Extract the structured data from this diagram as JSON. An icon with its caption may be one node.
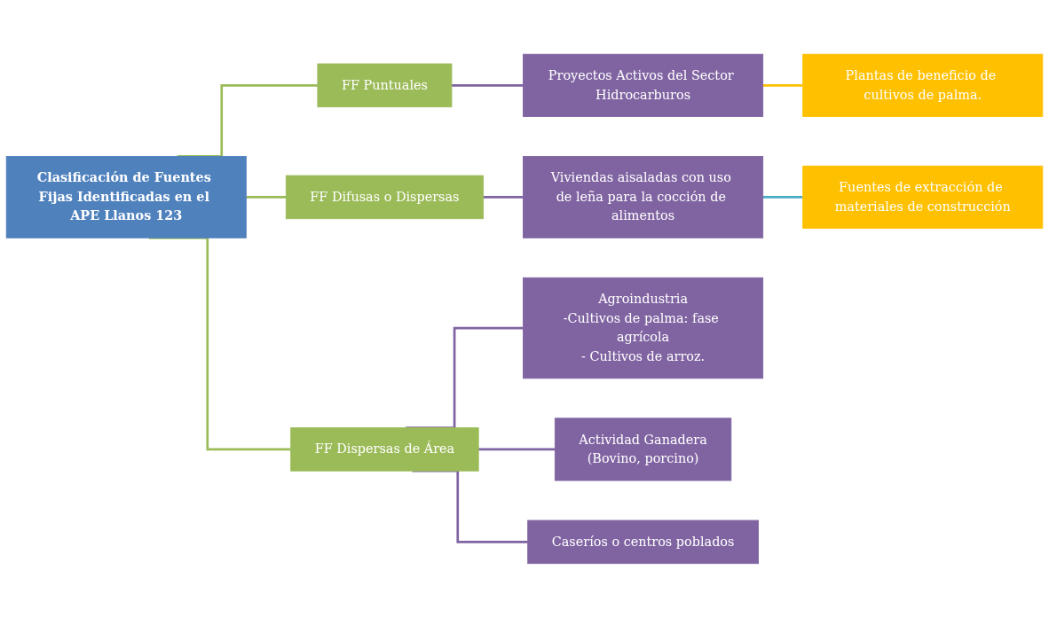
{
  "diagram": {
    "nodes": [
      {
        "text": [
          "Clasificación de Fuentes Fijas Identificadas en el APE Llanos 123"
        ]
      },
      {
        "text": [
          "FF Puntuales"
        ]
      },
      {
        "text": [
          "FF Difusas o Dispersas"
        ]
      },
      {
        "text": [
          "FF Dispersas de Área"
        ]
      },
      {
        "text": [
          "Proyectos Activos del Sector Hidrocarburos"
        ]
      },
      {
        "text": [
          "Plantas de beneficio de cultivos de palma."
        ]
      },
      {
        "text": [
          "Viviendas aisaladas con uso de leña para la cocción de alimentos"
        ]
      },
      {
        "text": [
          "Fuentes de extracción de materiales de construcción"
        ]
      },
      {
        "text": [
          "Agroindustria",
          "-Cultivos de palma: fase agrícola",
          "- Cultivos de arroz."
        ]
      },
      {
        "text": [
          "Actividad Ganadera",
          "(Bovino, porcino)"
        ]
      },
      {
        "text": [
          "Caseríos o centros poblados"
        ]
      }
    ],
    "edges": [
      {
        "from": 0,
        "to": 1,
        "arrow": "none",
        "color": "#9bbb59"
      },
      {
        "from": 0,
        "to": 2,
        "arrow": "none",
        "color": "#9bbb59"
      },
      {
        "from": 0,
        "to": 3,
        "arrow": "none",
        "color": "#9bbb59"
      },
      {
        "from": 1,
        "to": 4,
        "arrow": "none"
      },
      {
        "from": 4,
        "to": 5,
        "arrow": "none",
        "color": "#ffc000"
      },
      {
        "from": 2,
        "to": 6,
        "arrow": "none"
      },
      {
        "from": 6,
        "to": 7,
        "arrow": "none",
        "color": "#4bacc6"
      },
      {
        "from": 3,
        "to": 8,
        "arrow": "none"
      },
      {
        "from": 3,
        "to": 9,
        "arrow": "none"
      },
      {
        "from": 3,
        "to": 10,
        "arrow": "none"
      }
    ]
  }
}
